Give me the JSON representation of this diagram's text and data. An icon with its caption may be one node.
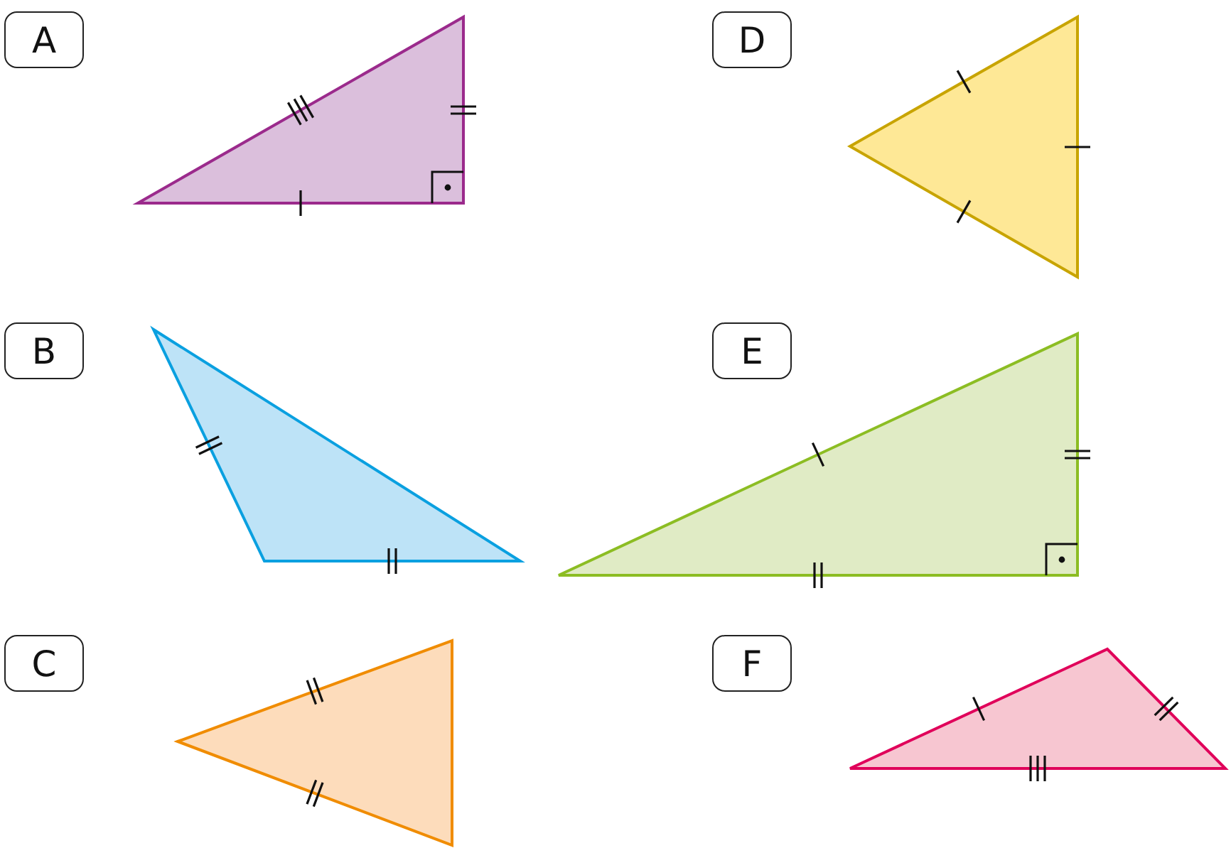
{
  "diagram": {
    "nodes": [
      {
        "text": [
          "A"
        ]
      },
      {
        "text": [
          "B"
        ]
      },
      {
        "text": [
          "C"
        ]
      },
      {
        "text": [
          "D"
        ]
      },
      {
        "text": [
          "E"
        ]
      },
      {
        "text": [
          "F"
        ]
      }
    ]
  }
}
